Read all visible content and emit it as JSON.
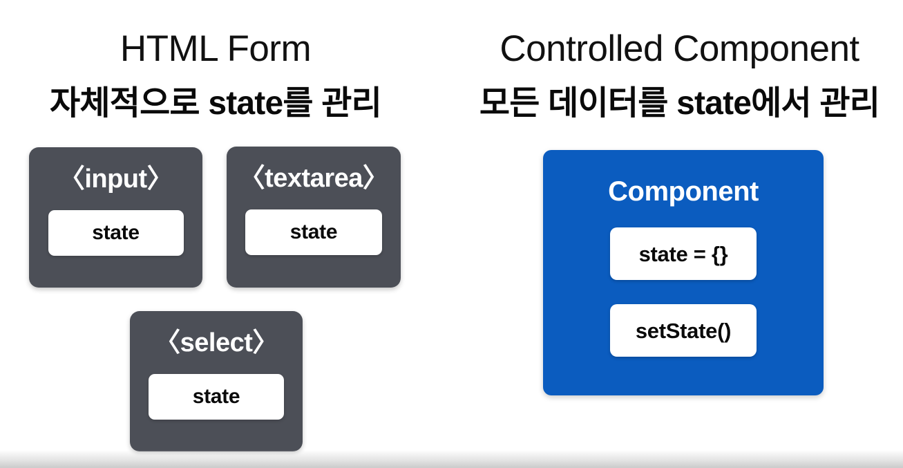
{
  "slide": {
    "background_color": "#ffffff",
    "accent_blue": "#0B5CBF",
    "accent_gray": "#4c4f57"
  },
  "left_panel": {
    "title": "HTML Form",
    "subtitle": "자체적으로 state를 관리",
    "cards": [
      {
        "tag": "〈input〉",
        "slot_label": "state"
      },
      {
        "tag": "〈textarea〉",
        "slot_label": "state"
      },
      {
        "tag": "〈select〉",
        "slot_label": "state"
      }
    ]
  },
  "right_panel": {
    "title": "Controlled Component",
    "subtitle": "모든 데이터를 state에서 관리",
    "component_card": {
      "title": "Component",
      "pills": [
        {
          "label": "state = {}"
        },
        {
          "label": "setState()"
        }
      ]
    }
  }
}
